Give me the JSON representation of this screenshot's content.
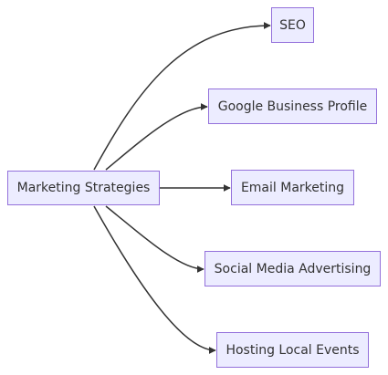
{
  "root": {
    "label": "Marketing Strategies"
  },
  "children": [
    {
      "id": "seo",
      "label": "SEO"
    },
    {
      "id": "gbp",
      "label": "Google Business Profile"
    },
    {
      "id": "email",
      "label": "Email Marketing"
    },
    {
      "id": "social",
      "label": "Social Media Advertising"
    },
    {
      "id": "events",
      "label": "Hosting Local Events"
    }
  ],
  "colors": {
    "node_fill": "#ececff",
    "node_border": "#9370db",
    "edge": "#333333",
    "text": "#333333"
  }
}
